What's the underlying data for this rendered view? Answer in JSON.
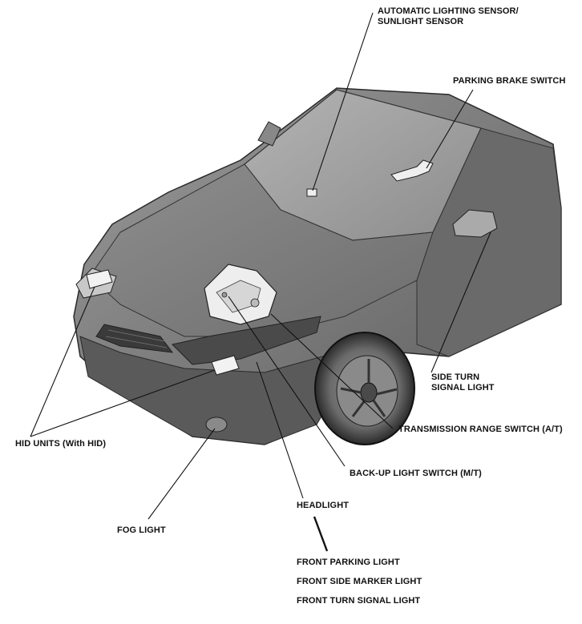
{
  "labels": {
    "auto_sensor_line1": "AUTOMATIC LIGHTING SENSOR/",
    "auto_sensor_line2": "SUNLIGHT SENSOR",
    "parking_brake": "PARKING BRAKE SWITCH",
    "side_turn_line1": "SIDE TURN",
    "side_turn_line2": "SIGNAL LIGHT",
    "transmission_range": "TRANSMISSION RANGE SWITCH (A/T)",
    "hid_units": "HID UNITS (With HID)",
    "backup_light": "BACK-UP LIGHT SWITCH (M/T)",
    "headlight": "HEADLIGHT",
    "fog_light": "FOG LIGHT",
    "front_parking": "FRONT PARKING LIGHT",
    "front_side_marker": "FRONT SIDE MARKER LIGHT",
    "front_turn": "FRONT TURN SIGNAL LIGHT"
  }
}
